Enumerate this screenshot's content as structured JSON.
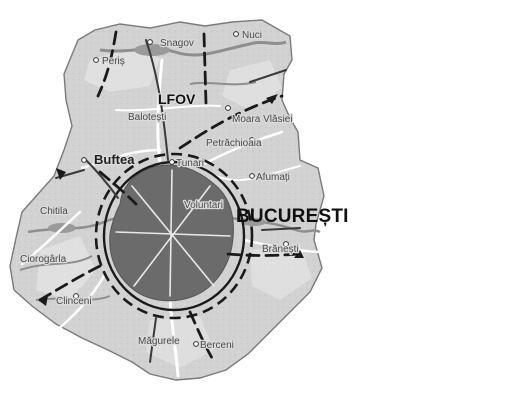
{
  "map": {
    "county_label": "LFOV",
    "capital_label": "BUCUREȘTI",
    "places": [
      {
        "id": "snagov",
        "name": "Snagov"
      },
      {
        "id": "nuci",
        "name": "Nuci"
      },
      {
        "id": "peris",
        "name": "Periș"
      },
      {
        "id": "balotesti",
        "name": "Balotești"
      },
      {
        "id": "moara-vlasiei",
        "name": "Moara Vlăsiei"
      },
      {
        "id": "petrachioaia",
        "name": "Petrăchioaia"
      },
      {
        "id": "buftea",
        "name": "Buftea"
      },
      {
        "id": "tunari",
        "name": "Tunari"
      },
      {
        "id": "afumati",
        "name": "Afumați"
      },
      {
        "id": "chitila",
        "name": "Chitila"
      },
      {
        "id": "voluntari",
        "name": "Voluntari"
      },
      {
        "id": "branesti",
        "name": "Brănești"
      },
      {
        "id": "ciorogarla",
        "name": "Ciorogârla"
      },
      {
        "id": "clinceni",
        "name": "Clinceni"
      },
      {
        "id": "magurele",
        "name": "Măgurele"
      },
      {
        "id": "berceni",
        "name": "Berceni"
      }
    ],
    "colors": {
      "county_fill": "#d4d4d4",
      "city_fill": "#6e6e6e",
      "ring_road": "#1a1a1a",
      "planned_route": "#1a1a1a",
      "water": "#8a8a8a",
      "roads": "#ffffff"
    }
  }
}
